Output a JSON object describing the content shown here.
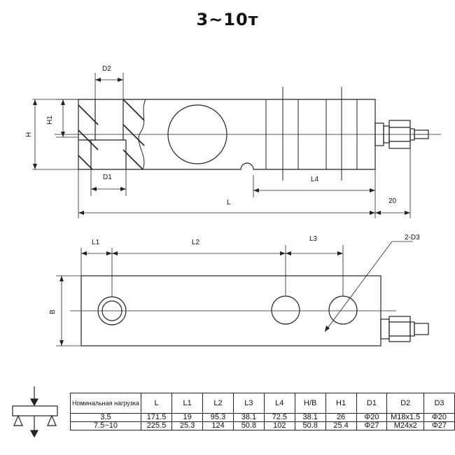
{
  "title": "3~10т",
  "side_view": {
    "dims": {
      "d2": "D2",
      "h1": "H1",
      "h": "H",
      "d1": "D1",
      "l4": "L4",
      "l": "L",
      "cable": "20"
    }
  },
  "top_view": {
    "dims": {
      "l1": "L1",
      "l2": "L2",
      "l3": "L3",
      "b": "B",
      "holes": "2-D3"
    }
  },
  "table": {
    "headers": [
      "Номинальная нагрузка",
      "L",
      "L1",
      "L2",
      "L3",
      "L4",
      "H/B",
      "H1",
      "D1",
      "D2",
      "D3"
    ],
    "rows": [
      [
        "3,5",
        "171.5",
        "19",
        "95.3",
        "38.1",
        "72.5",
        "38.1",
        "26",
        "Φ20",
        "M18x1.5",
        "Φ20"
      ],
      [
        "7.5~10",
        "225.5",
        "25.3",
        "124",
        "50.8",
        "102",
        "50.8",
        "25.4",
        "Φ27",
        "M24x2",
        "Φ27"
      ]
    ]
  }
}
